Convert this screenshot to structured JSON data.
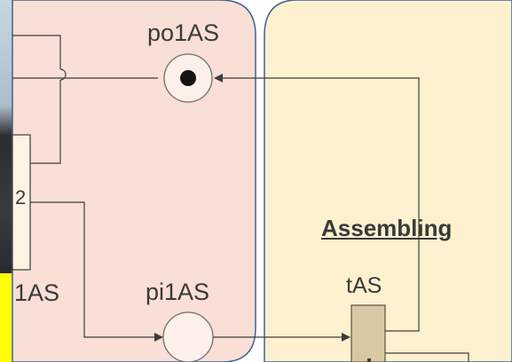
{
  "regions": {
    "left": {
      "fill": "#f9dfd6",
      "stroke": "#3b6393"
    },
    "right": {
      "fill": "#fdf1cf",
      "stroke": "#3b6393",
      "title": "Assembling"
    }
  },
  "places": {
    "po1AS": {
      "label": "po1AS",
      "token": true
    },
    "pi1AS": {
      "label": "pi1AS",
      "token": false
    }
  },
  "transitions": {
    "left_partial": {
      "label": "1AS",
      "weight": "2"
    },
    "tAS": {
      "label": "tAS",
      "fill": "#d8c9a4"
    }
  },
  "colors": {
    "line": "#3d3d3d",
    "accent_yellow": "#ffff00"
  }
}
